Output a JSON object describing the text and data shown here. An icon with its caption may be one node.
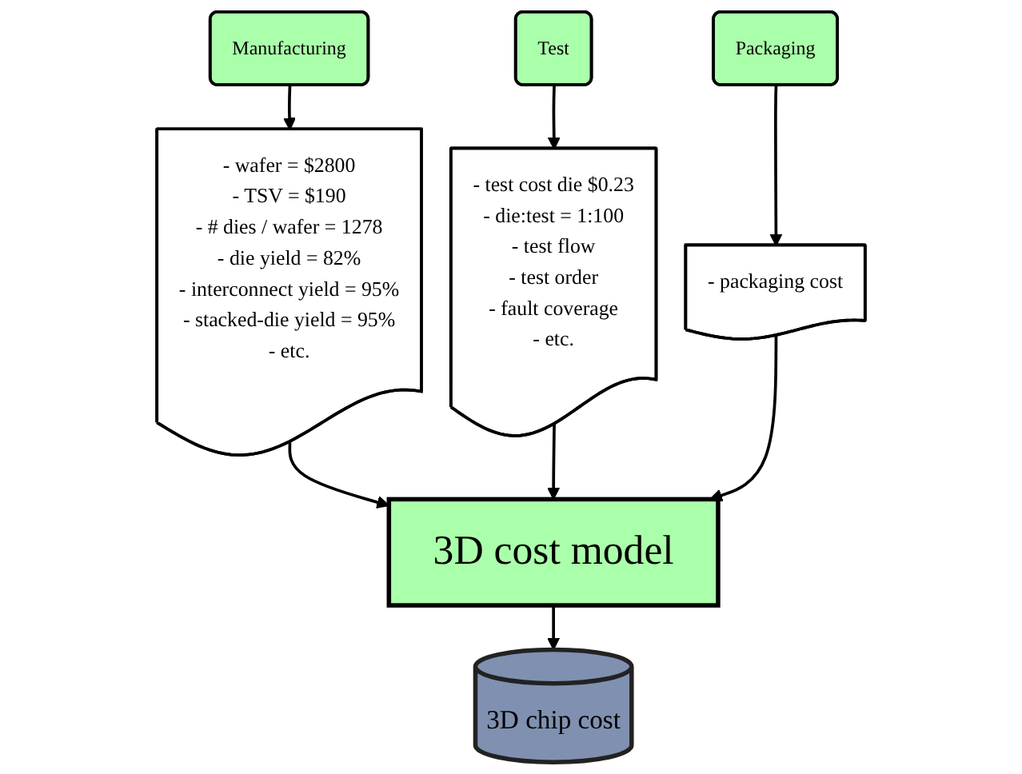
{
  "diagram": {
    "nodes": [
      {
        "text": [
          "Manufacturing"
        ]
      },
      {
        "text": [
          "Test"
        ]
      },
      {
        "text": [
          "Packaging"
        ]
      },
      {
        "text": [
          "- wafer = $2800",
          "- TSV = $190",
          "- # dies / wafer = 1278",
          "- die yield = 82%",
          "- interconnect yield = 95%",
          "- stacked-die yield = 95%",
          "- etc."
        ]
      },
      {
        "text": [
          "- test cost die $0.23",
          "- die:test = 1:100",
          "- test flow",
          "- test order",
          "- fault coverage",
          "- etc."
        ]
      },
      {
        "text": [
          "- packaging cost"
        ]
      },
      {
        "text": [
          "3D cost model"
        ]
      },
      {
        "text": [
          "3D chip cost"
        ]
      }
    ],
    "edges": [
      {
        "from": 0,
        "to": 3,
        "arrow": "to"
      },
      {
        "from": 1,
        "to": 4,
        "arrow": "to"
      },
      {
        "from": 2,
        "to": 5,
        "arrow": "to"
      },
      {
        "from": 3,
        "to": 6,
        "arrow": "to"
      },
      {
        "from": 4,
        "to": 6,
        "arrow": "to"
      },
      {
        "from": 5,
        "to": 6,
        "arrow": "to"
      },
      {
        "from": 6,
        "to": 7,
        "arrow": "to"
      }
    ]
  }
}
